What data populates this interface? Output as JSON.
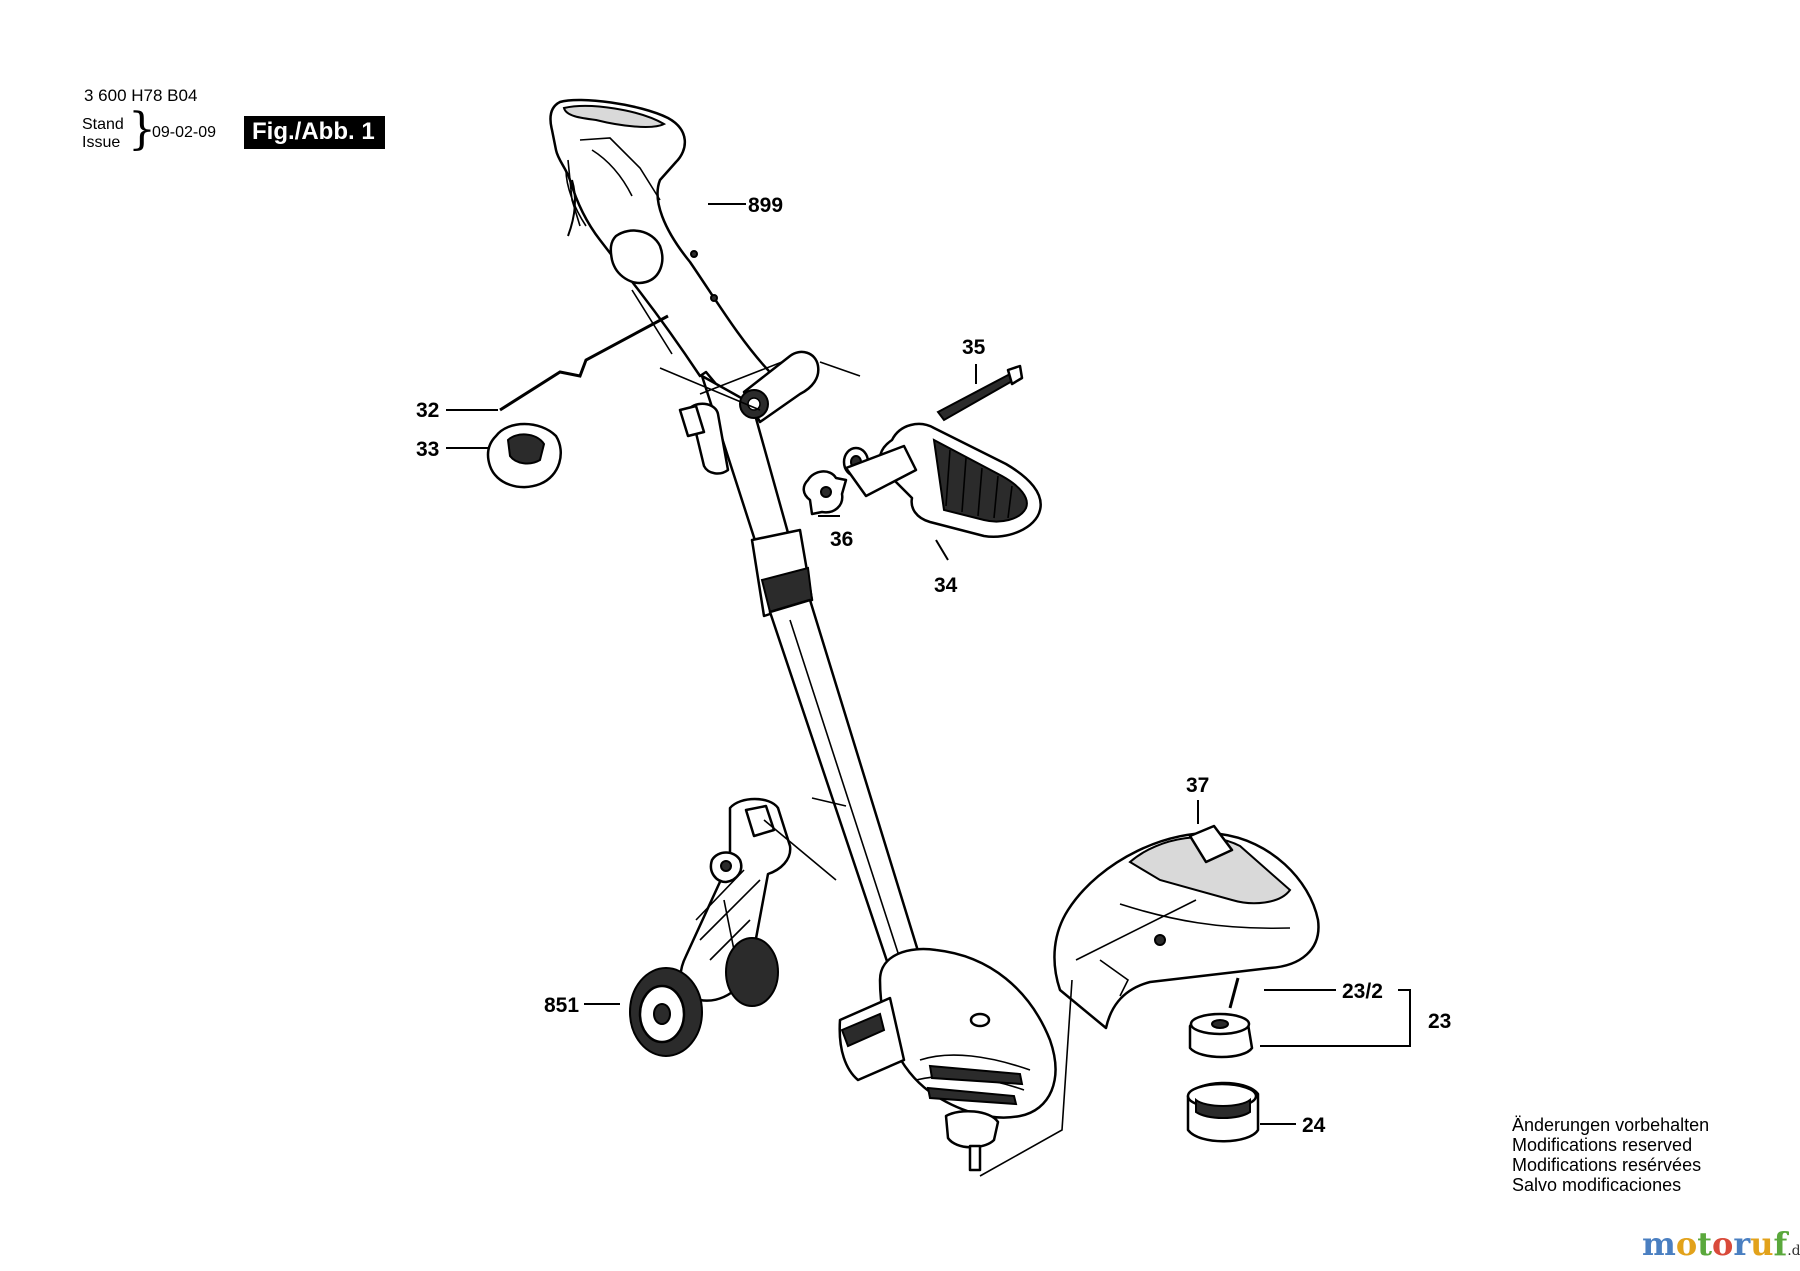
{
  "header": {
    "part_number": "3 600 H78 B04",
    "stand_label": "Stand",
    "issue_label": "Issue",
    "brace": "}",
    "date": "09-02-09",
    "figure_label": "Fig./Abb. 1"
  },
  "parts": [
    {
      "id": "p899",
      "label": "899"
    },
    {
      "id": "p35",
      "label": "35"
    },
    {
      "id": "p32",
      "label": "32"
    },
    {
      "id": "p33",
      "label": "33"
    },
    {
      "id": "p36",
      "label": "36"
    },
    {
      "id": "p34",
      "label": "34"
    },
    {
      "id": "p37",
      "label": "37"
    },
    {
      "id": "p851",
      "label": "851"
    },
    {
      "id": "p23_2",
      "label": "23/2"
    },
    {
      "id": "p23",
      "label": "23"
    },
    {
      "id": "p24",
      "label": "24"
    }
  ],
  "notes": [
    "Änderungen vorbehalten",
    "Modifications reserved",
    "Modifications resérvées",
    "Salvo modificaciones"
  ],
  "watermark": {
    "letters": [
      "m",
      "o",
      "t",
      "o",
      "r",
      "u",
      "f"
    ],
    "letter_colors": [
      "#4a7fc1",
      "#e2a21b",
      "#5aa83c",
      "#d94a3a",
      "#4a7fc1",
      "#e2a21b",
      "#5aa83c"
    ],
    "tld": ".de"
  }
}
